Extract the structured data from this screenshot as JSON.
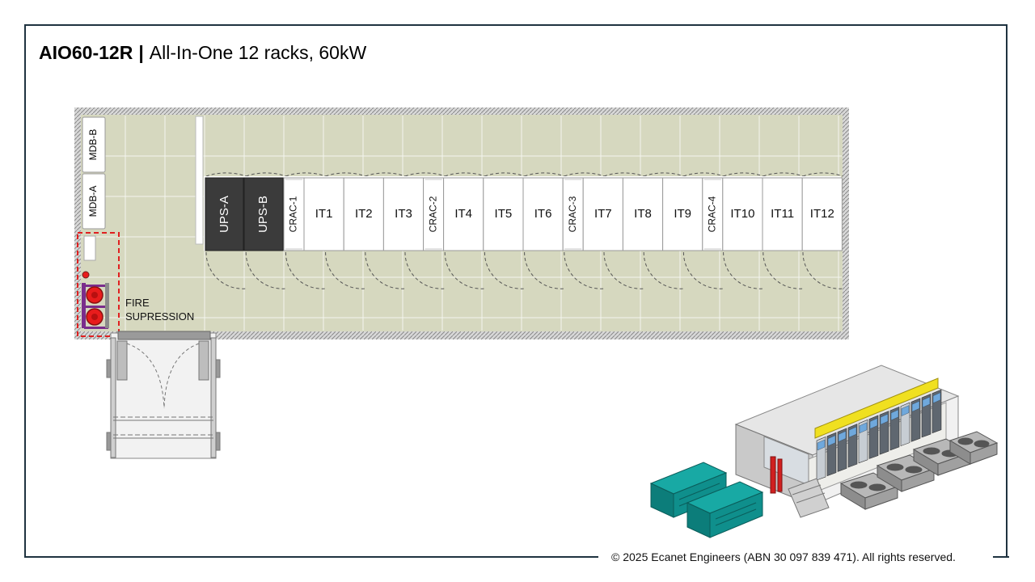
{
  "title": {
    "code": "AIO60-12R",
    "separator": "|",
    "description": "All-In-One 12 racks, 60kW"
  },
  "floorplan": {
    "mdb": [
      "MDB-B",
      "MDB-A"
    ],
    "ups": [
      "UPS-A",
      "UPS-B"
    ],
    "rack_row": [
      {
        "label": "CRAC-1",
        "kind": "crac"
      },
      {
        "label": "IT1",
        "kind": "it"
      },
      {
        "label": "IT2",
        "kind": "it"
      },
      {
        "label": "IT3",
        "kind": "it"
      },
      {
        "label": "CRAC-2",
        "kind": "crac"
      },
      {
        "label": "IT4",
        "kind": "it"
      },
      {
        "label": "IT5",
        "kind": "it"
      },
      {
        "label": "IT6",
        "kind": "it"
      },
      {
        "label": "CRAC-3",
        "kind": "crac"
      },
      {
        "label": "IT7",
        "kind": "it"
      },
      {
        "label": "IT8",
        "kind": "it"
      },
      {
        "label": "IT9",
        "kind": "it"
      },
      {
        "label": "CRAC-4",
        "kind": "crac"
      },
      {
        "label": "IT10",
        "kind": "it"
      },
      {
        "label": "IT11",
        "kind": "it"
      },
      {
        "label": "IT12",
        "kind": "it"
      }
    ],
    "fire_suppression": [
      "FIRE",
      "SUPRESSION"
    ]
  },
  "colors": {
    "floor": "#d6d8bf",
    "ups": "#3b3b3b",
    "fire_outline": "#e02020",
    "cylinder": "#e81c1c",
    "frame": "#1f3340",
    "generator": "#0f8f8c"
  },
  "footer": "© 2025 Ecanet Engineers (ABN 30 097 839 471). All rights reserved."
}
